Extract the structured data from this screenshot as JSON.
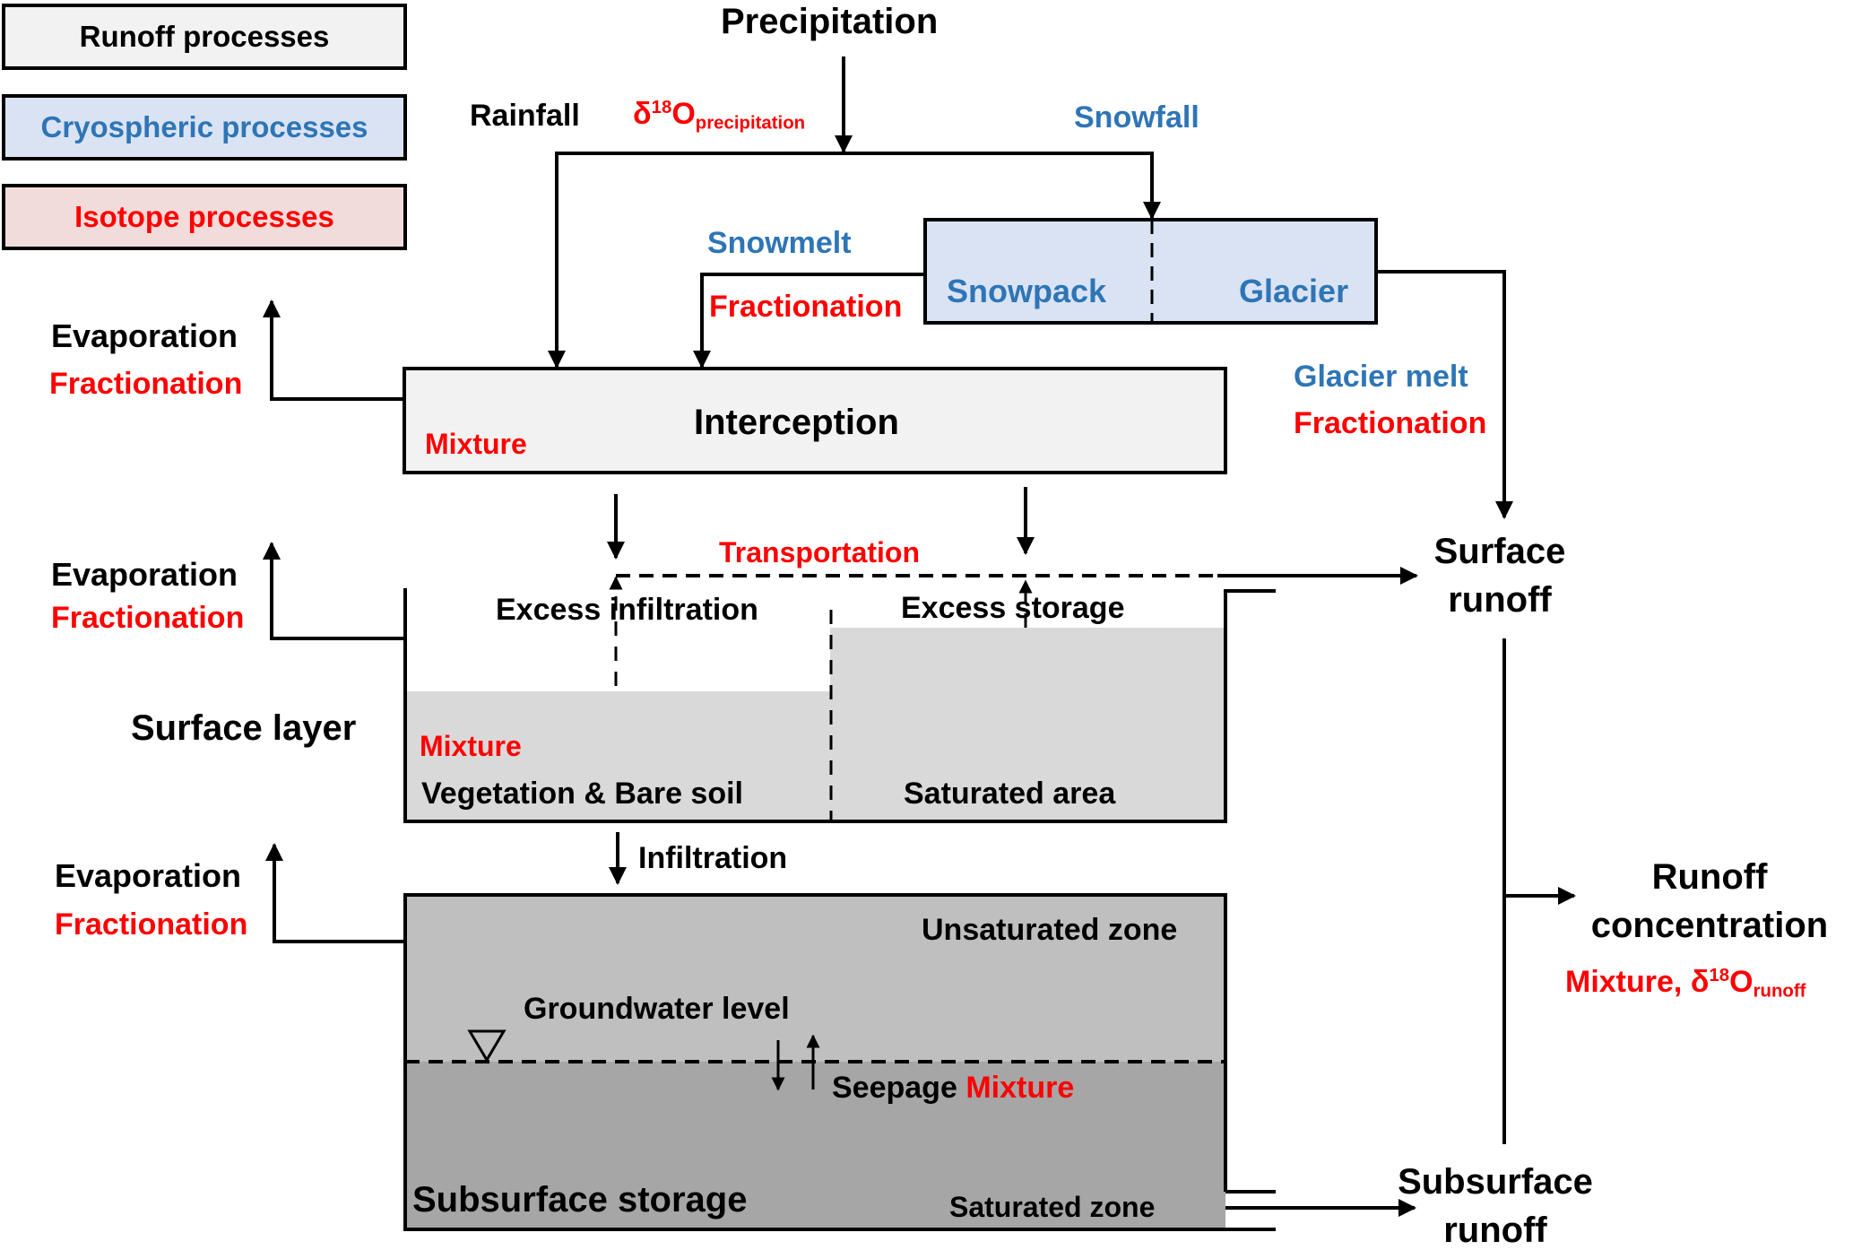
{
  "legend": {
    "runoff": {
      "label": "Runoff processes",
      "fill": "#f2f2f2",
      "text_color": "#000000"
    },
    "cryo": {
      "label": "Cryospheric processes",
      "fill": "#dae3f3",
      "text_color": "#2e75b6"
    },
    "isotope": {
      "label": "Isotope processes",
      "fill": "#f2dcdb",
      "text_color": "#ff0000"
    }
  },
  "colors": {
    "runoff": "#000000",
    "cryo": "#2e75b6",
    "isotope": "#ff0000"
  },
  "top": {
    "precipitation": "Precipitation",
    "rainfall": "Rainfall",
    "delta_prefix": "δ",
    "delta_sup": "18",
    "delta_o": "O",
    "delta_sub_precip": "precipitation",
    "snowfall": "Snowfall"
  },
  "cryo_box": {
    "snowpack": "Snowpack",
    "glacier": "Glacier"
  },
  "snowmelt": {
    "label": "Snowmelt",
    "isotope": "Fractionation"
  },
  "glacier_melt": {
    "label": "Glacier melt",
    "isotope": "Fractionation"
  },
  "interception": {
    "title": "Interception",
    "isotope": "Mixture"
  },
  "evaporation": [
    {
      "label": "Evaporation",
      "isotope": "Fractionation"
    },
    {
      "label": "Evaporation",
      "isotope": "Fractionation"
    },
    {
      "label": "Evaporation",
      "isotope": "Fractionation"
    }
  ],
  "surface_layer": {
    "label": "Surface layer",
    "transportation": "Transportation",
    "excess_infiltration": "Excess infiltration",
    "excess_storage": "Excess storage",
    "isotope": "Mixture",
    "vegetation": "Vegetation & Bare soil",
    "saturated_area": "Saturated area"
  },
  "infiltration": "Infiltration",
  "subsurface": {
    "unsaturated_zone": "Unsaturated zone",
    "groundwater_level": "Groundwater level",
    "seepage": "Seepage",
    "isotope": "Mixture",
    "title": "Subsurface storage",
    "saturated_zone": "Saturated zone"
  },
  "outputs": {
    "surface_runoff_1": "Surface",
    "surface_runoff_2": "runoff",
    "subsurface_runoff_1": "Subsurface",
    "subsurface_runoff_2": "runoff",
    "runoff_conc_1": "Runoff",
    "runoff_conc_2": "concentration",
    "runoff_isotope_prefix": "Mixture, ",
    "runoff_delta_sub": "runoff"
  }
}
